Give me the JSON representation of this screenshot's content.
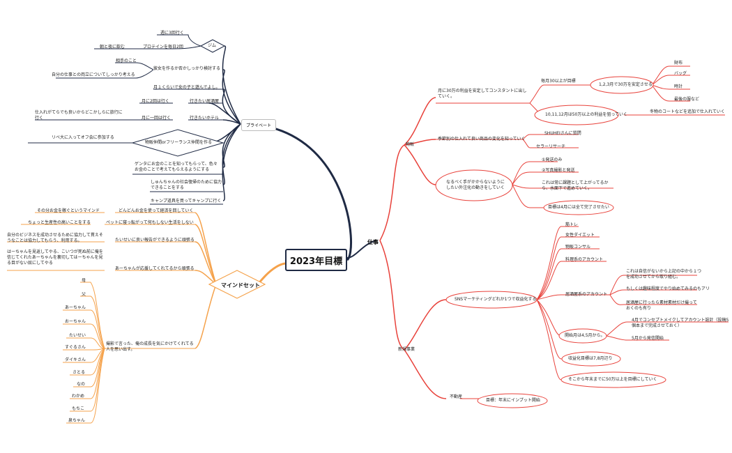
{
  "central": "2023年目標",
  "branches": {
    "private": "プライベート",
    "work": "仕事",
    "mindset": "マインドセット"
  },
  "private": {
    "gym": "ジム",
    "gym_items": [
      "週に3回行く",
      "プロテインを毎日2回"
    ],
    "gym_sub": "朝と夜に飲む",
    "partner": "彼女を作るか否かしっかり検討する",
    "partner_subs": [
      "相手のこと",
      "自分の仕事との両立についてしっかり考える"
    ],
    "items": [
      "月１くらいで女の子と遊んでよし。",
      "月に2回は行く",
      "行きたい居酒屋",
      "月に一回は行く",
      "行きたいホテル",
      "仕入れがてらでも良いからどこかしらに旅行に行く",
      "物販仲間orフリーランス仲間を作る",
      "リベ大に入ってオフ会に参加する",
      "ゲンタにお金のことを知ってもらって、色々お金のことで考えてもらえるようにする",
      "しゅんちゃんの社会復帰のために協力できることをする",
      "キャンプ道具を買ってキャンプに行く"
    ]
  },
  "work": {
    "buppan": "物販",
    "monthly": "月に30万の利益を安定してコンスタントに出していく。",
    "monthly_a": "毎月30以上が目標",
    "monthly_a1": "1,2,3月で30万を安定させる",
    "monthly_a1_items": [
      "財布",
      "バッグ",
      "時計",
      "最後の服など"
    ],
    "monthly_b": "10,11,12月は50万以上の利益を狙っていく",
    "monthly_b1": "冬物のコートなどを追加で仕入れていく",
    "season": "季節別の仕入れて良い商品の変化を知っていく",
    "season_items": [
      "SHUHEIさんに質問",
      "セラーリサーチ"
    ],
    "outsource": "なるべく手がかからないようにしたい外注化の動きをしていく",
    "outsource_items": [
      "①発送のみ",
      "②写真撮影と発送",
      "これは常に課題として上がってるから、水面下で進めていく。",
      "目標は4月には全て完了させたい"
    ],
    "new": "新規事業",
    "sns": "SNSマーケティングどれか1つで収益化する",
    "sns_items": [
      "筋トレ",
      "女性ダイエット",
      "物販コンサル",
      "料理系のアカウント",
      "居酒屋系のアカウント",
      "開始月は4,5月から。",
      "収益化目標は7,8月辺り",
      "そこから年末までに50万以上を目標にしていく"
    ],
    "izakaya_subs": [
      "これは自信がないから上記の中から１つを成功させてから取り組む。",
      "もしくは趣味程度でやり始めてみるのもアリ",
      "居酒屋に行ったら素材素材だけ撮っておくのも有り"
    ],
    "start_subs": [
      "4月でコンセプトメイクしてアカウント設計（投稿5個本まで完成させておく）",
      "5月から発信開始"
    ],
    "realestate": "不動産",
    "realestate_sub": "目標：年末にインプット開始"
  },
  "mindset": {
    "items": [
      "どんどんお金を使って経済を回していく",
      "ペットに寝っ転がって何もしない生活をしない",
      "たいせいに良い報告ができるように頑張る",
      "あーちゃんが応援してくれてるから頑張る",
      "撮影で言った、俺の成長を気にかけてくれてる人を思い出す。"
    ],
    "left_notes": [
      "その分お金を稼ぐというマインド",
      "ちょっと生産性の高いことをする",
      "自分のビジネスを成功させるために協力して貰えそうなことは協力してもらう、利用する。",
      "はーちゃんを見返してやる、こいつが死ぬ前に俺を信じてくれたあーちゃんを裏切してはーちゃんを見る目がない奴にしてやる"
    ],
    "people": [
      "母",
      "父",
      "あーちゃん",
      "おーちゃん",
      "たいせい",
      "すぐるさん",
      "ダイキさん",
      "さとる",
      "なの",
      "わかめ",
      "もちこ",
      "泉ちゃん"
    ]
  },
  "colors": {
    "private": "#1f2a44",
    "work": "#e8413a",
    "mindset": "#f5a24b"
  }
}
